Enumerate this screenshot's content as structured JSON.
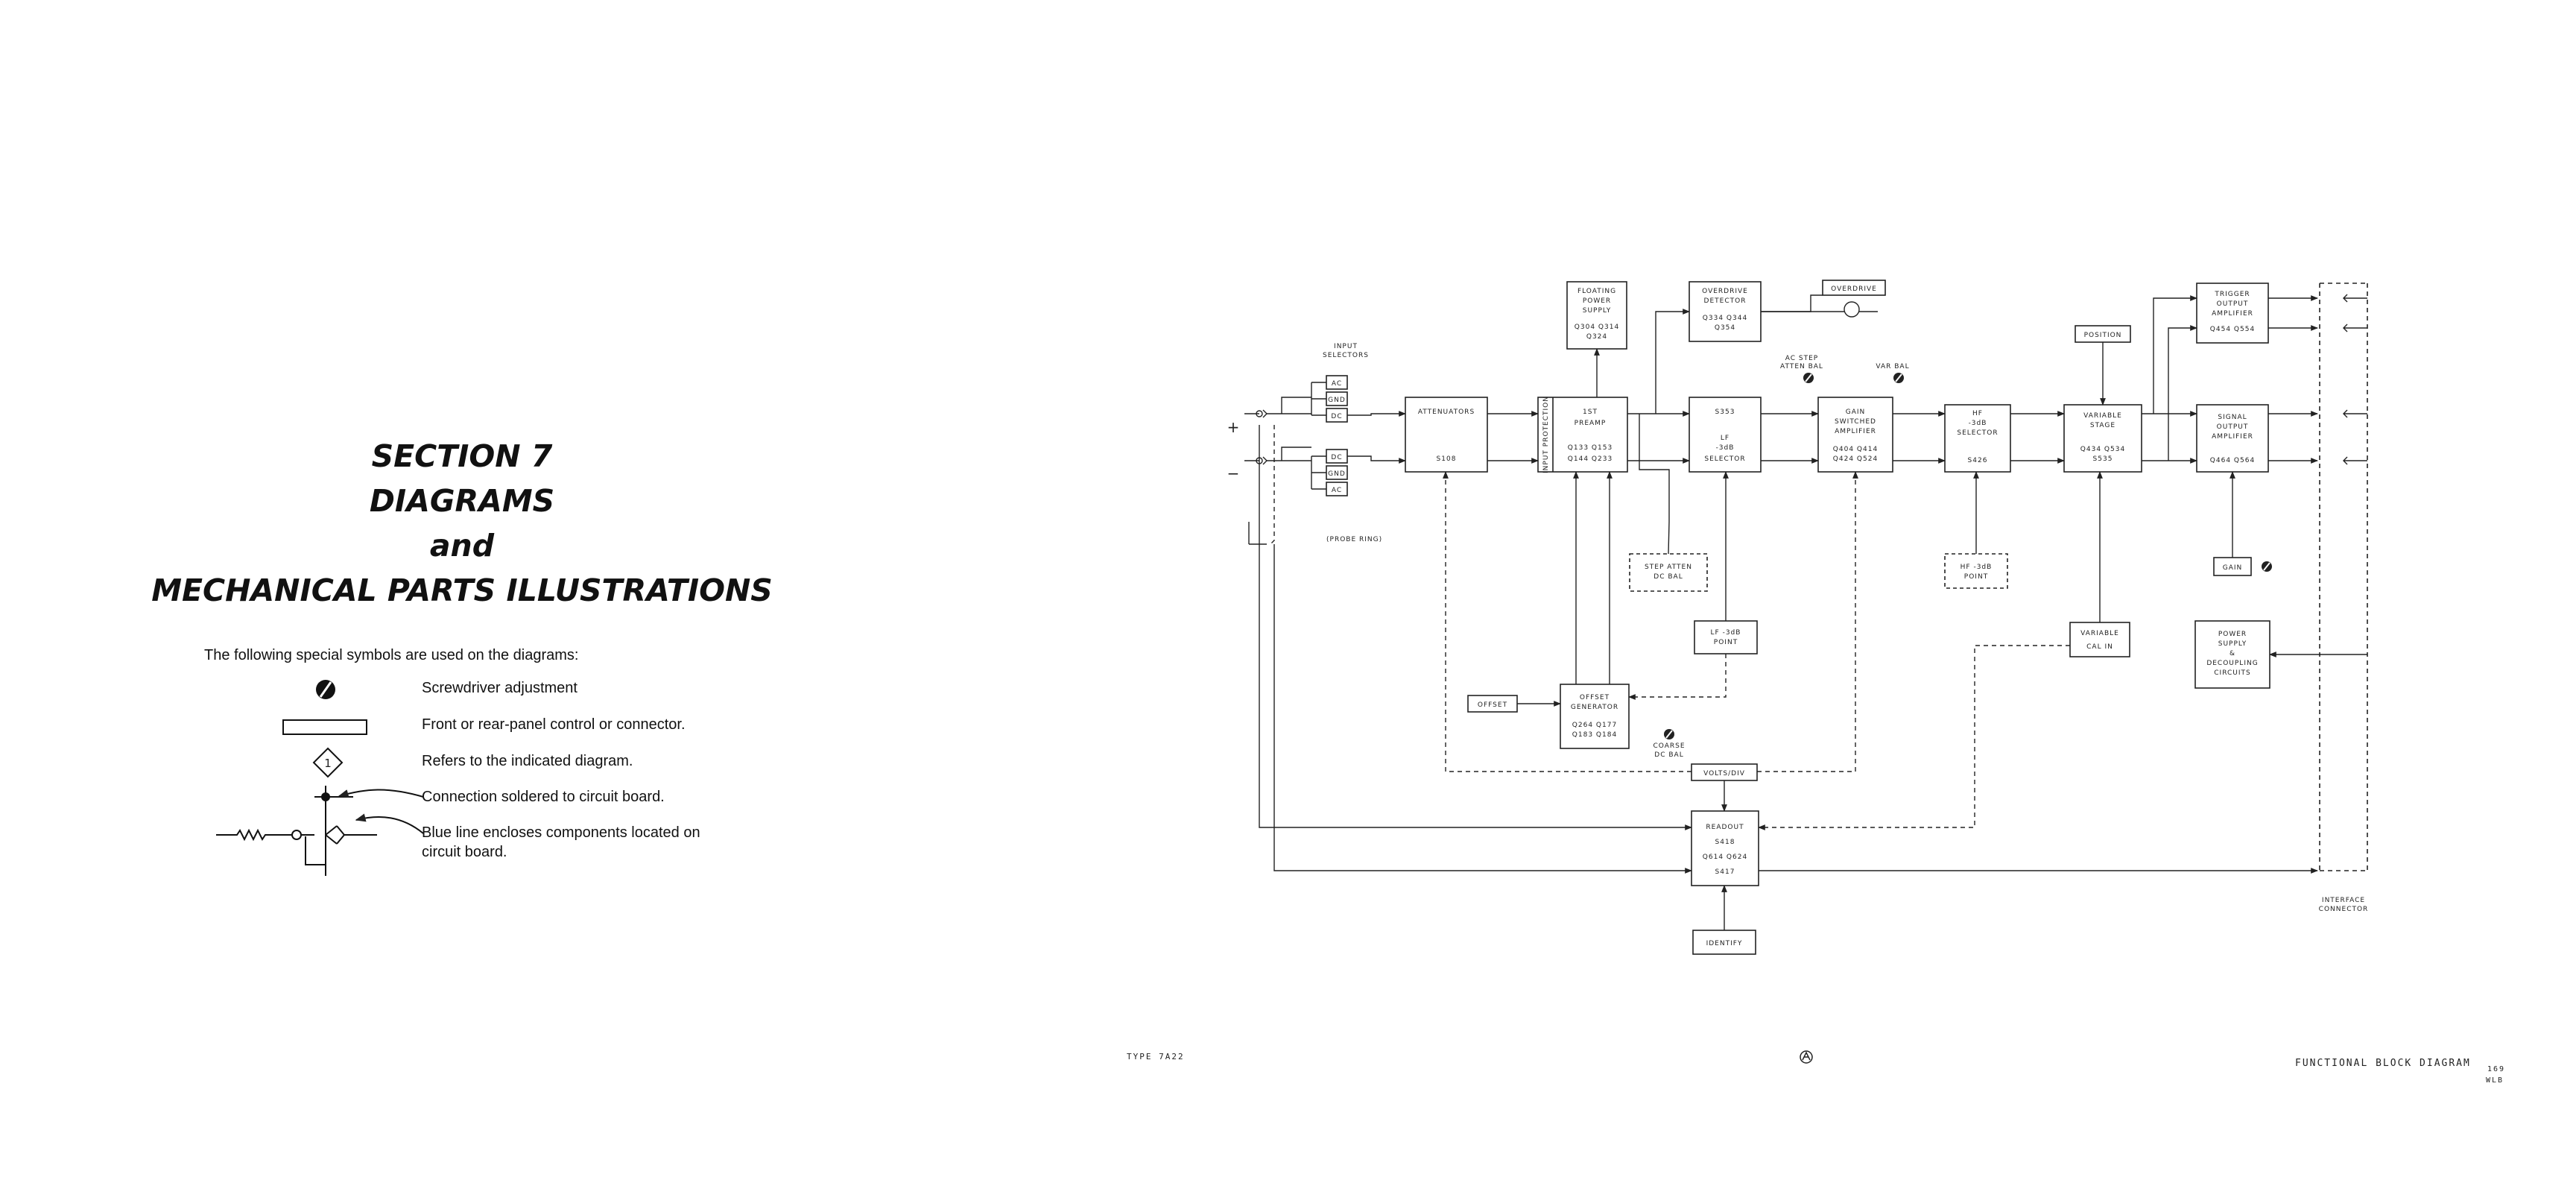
{
  "section": {
    "line1": "SECTION 7",
    "line2": "DIAGRAMS",
    "line3": "and",
    "line4": "MECHANICAL PARTS ILLUSTRATIONS"
  },
  "legend": {
    "intro": "The following special symbols are used on the diagrams:",
    "screwdriver": "Screwdriver adjustment",
    "panel": "Front or rear-panel control or connector.",
    "refers": "Refers to the indicated diagram.",
    "refers_number": "1",
    "soldered": "Connection soldered to circuit board.",
    "blue_line_1": "Blue line encloses components located on",
    "blue_line_2": "circuit board."
  },
  "footer": {
    "type": "TYPE 7A22",
    "title": "FUNCTIONAL BLOCK DIAGRAM",
    "page": "169",
    "rev": "WLB"
  },
  "blocks": {
    "input_selectors": [
      "INPUT",
      "SELECTORS"
    ],
    "ac": "AC",
    "gnd": "GND",
    "dc": "DC",
    "plus": "+",
    "minus": "−",
    "probe_ring": "(PROBE RING)",
    "attenuators": [
      "ATTENUATORS",
      "S108"
    ],
    "input_protection": "INPUT PROTECTION",
    "preamp": [
      "1ST",
      "PREAMP",
      "Q133  Q153",
      "Q144  Q233"
    ],
    "floating_supply": [
      "FLOATING",
      "POWER",
      "SUPPLY",
      "Q304  Q314",
      "Q324"
    ],
    "overdrive_detector": [
      "OVERDRIVE",
      "DETECTOR",
      "Q334  Q344",
      "Q354"
    ],
    "overdrive": "OVERDRIVE",
    "ac_step_atten_bal": [
      "AC STEP",
      "ATTEN BAL"
    ],
    "var_bal": "VAR BAL",
    "lf_selector": [
      "S353",
      "LF",
      "-3dB",
      "SELECTOR"
    ],
    "gain_switched": [
      "GAIN",
      "SWITCHED",
      "AMPLIFIER",
      "Q404  Q414",
      "Q424  Q524"
    ],
    "hf_selector": [
      "HF",
      "-3dB",
      "SELECTOR",
      "S426"
    ],
    "position": "POSITION",
    "variable_stage": [
      "VARIABLE",
      "STAGE",
      "Q434  Q534",
      "S535"
    ],
    "trigger_output": [
      "TRIGGER",
      "OUTPUT",
      "AMPLIFIER",
      "Q454  Q554"
    ],
    "signal_output": [
      "SIGNAL",
      "OUTPUT",
      "AMPLIFIER",
      "Q464  Q564"
    ],
    "step_atten_dc_bal": [
      "STEP ATTEN",
      "DC BAL"
    ],
    "lf_point": [
      "LF -3dB",
      "POINT"
    ],
    "hf_point": [
      "HF -3dB",
      "POINT"
    ],
    "variable_cal_in": [
      "VARIABLE",
      "CAL IN"
    ],
    "gain": "GAIN",
    "power_supply": [
      "POWER",
      "SUPPLY",
      "&",
      "DECOUPLING",
      "CIRCUITS"
    ],
    "offset": "OFFSET",
    "offset_generator": [
      "OFFSET",
      "GENERATOR",
      "Q264  Q177",
      "Q183  Q184"
    ],
    "coarse_dc_bal": [
      "COARSE",
      "DC BAL"
    ],
    "volts_div": "VOLTS/DIV",
    "readout": [
      "READOUT",
      "S418",
      "Q614  Q624",
      "S417"
    ],
    "identify": "IDENTIFY",
    "interface_connector": [
      "INTERFACE",
      "CONNECTOR"
    ]
  }
}
